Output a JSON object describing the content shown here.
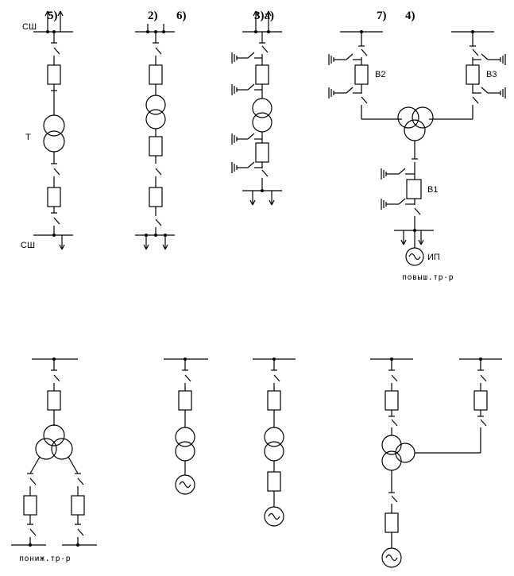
{
  "labels": {
    "num_b": "5)",
    "num_2": "2)",
    "num_6": "6)",
    "num_3a": "3)a)",
    "num_7": "7)",
    "num_4": "4)",
    "sh_top": "СШ",
    "sh_bottom": "СШ",
    "t": "Т",
    "b1": "B1",
    "b2": "B2",
    "b3": "B3",
    "ip": "ИП",
    "step_up": "повыш.тр-р",
    "step_down": "пониж.тр-р"
  }
}
